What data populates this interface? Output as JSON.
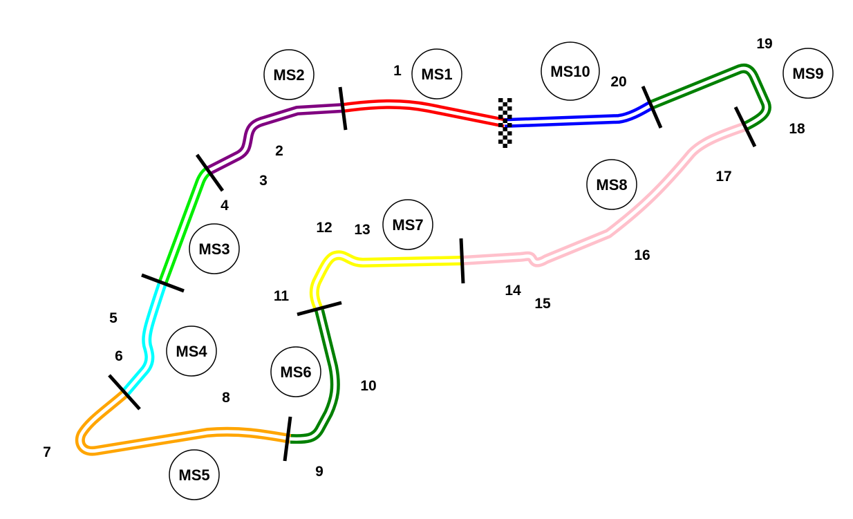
{
  "title": "Track mini sectors map",
  "sectors": [
    {
      "id": "MS1",
      "color": "#ff0000"
    },
    {
      "id": "MS2",
      "color": "#800080"
    },
    {
      "id": "MS3",
      "color": "#00ee00"
    },
    {
      "id": "MS4",
      "color": "#00ffff"
    },
    {
      "id": "MS5",
      "color": "#ffa500"
    },
    {
      "id": "MS6",
      "color": "#008000"
    },
    {
      "id": "MS7",
      "color": "#ffff00"
    },
    {
      "id": "MS8",
      "color": "#ffc0cb"
    },
    {
      "id": "MS9",
      "color": "#008000"
    },
    {
      "id": "MS10",
      "color": "#0000ff"
    }
  ],
  "turns": [
    "1",
    "2",
    "3",
    "4",
    "5",
    "6",
    "7",
    "8",
    "9",
    "10",
    "11",
    "12",
    "13",
    "14",
    "15",
    "16",
    "17",
    "18",
    "19",
    "20"
  ],
  "start_finish": "checkered-flag"
}
